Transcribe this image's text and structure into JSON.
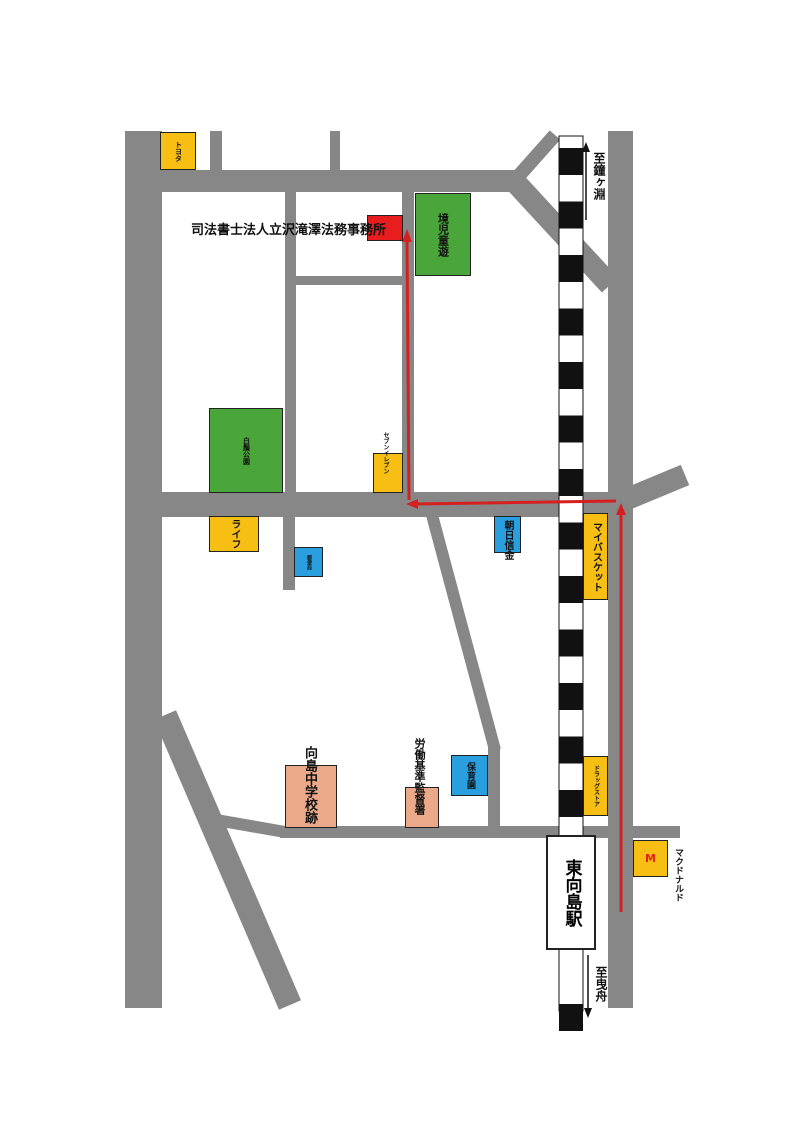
{
  "office": {
    "name": "司法書士法人立沢滝澤法務事務所"
  },
  "station": {
    "name": "東向島駅"
  },
  "directions": {
    "north": "至鐘ヶ淵",
    "south": "至曳舟"
  },
  "landmarks": {
    "toyota": "トヨタ",
    "jidou_yuuen": "境児童遊",
    "hakuhige_park": "白鬚公園",
    "seven_eleven": "セブンイレブン",
    "life": "ライフ",
    "post_office": "郵便局",
    "asahi_shinkin": "朝日信金",
    "my_basket": "マイバスケット",
    "mukoujima_chugakko": "向島中学校跡",
    "roudou_kijun": "労働基準監督署",
    "hoikuen": "保育園",
    "drugstore": "ドラッグストア",
    "mcdonalds": "マクドナルド",
    "mcd_logo": "M"
  },
  "colors": {
    "road": "#878787",
    "park": "#4aa63a",
    "shop": "#f7bf14",
    "public": "#2a9fe0",
    "school": "#eba98a",
    "office": "#e81e1e",
    "route": "#d42020"
  }
}
